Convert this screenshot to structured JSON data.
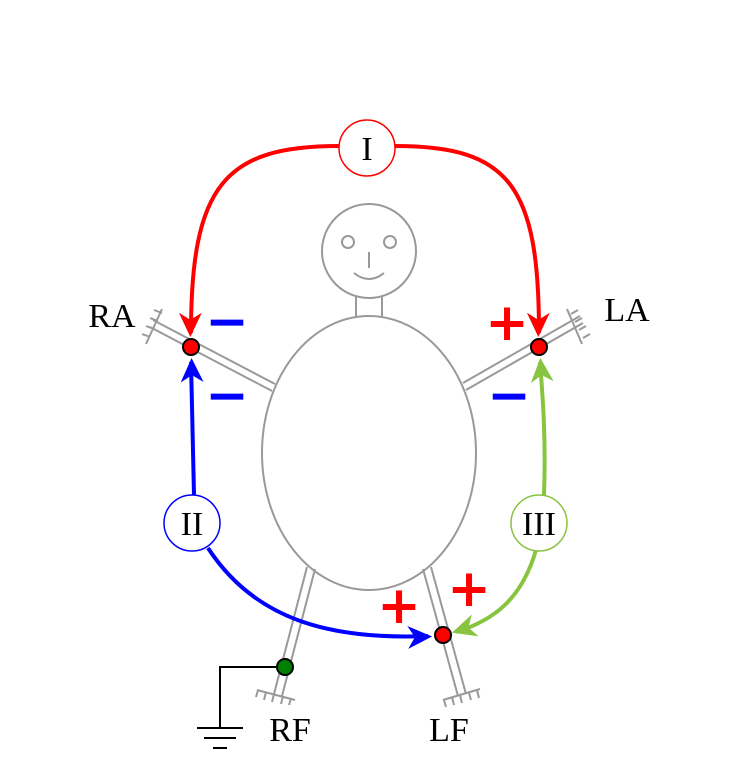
{
  "electrodes": {
    "ra": "RA",
    "la": "LA",
    "rf": "RF",
    "lf": "LF"
  },
  "leads": {
    "I": {
      "label": "I",
      "color": "#ff0000"
    },
    "II": {
      "label": "II",
      "color": "#0000ff"
    },
    "III": {
      "label": "III",
      "color": "#88c440"
    }
  },
  "signs": {
    "ra_I": "−",
    "ra_II": "−",
    "la_I": "+",
    "la_III": "−",
    "lf_II": "+",
    "lf_III": "+"
  },
  "colors": {
    "electrode": "#ff0000",
    "ground_electrode": "#008000",
    "body": "#999999",
    "minus": "#0000ff",
    "plus": "#ff0000"
  }
}
